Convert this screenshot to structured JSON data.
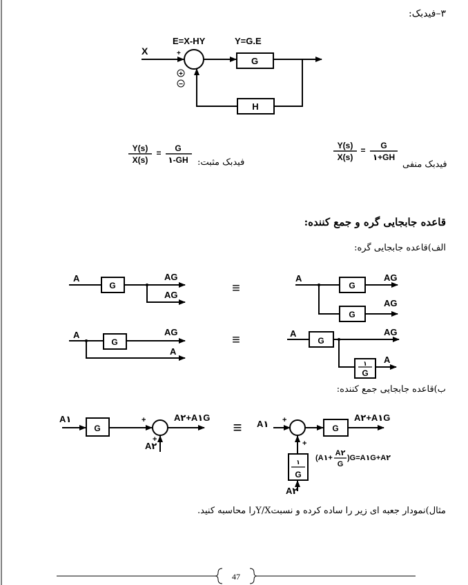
{
  "heading_feedback": "۳–فیدبک:",
  "fb": {
    "x_label": "X",
    "e_eq": "E=X-HY",
    "y_eq": "Y=G.E",
    "plus": "+",
    "sign_plus": "+",
    "sign_minus": "−",
    "g": "G",
    "h": "H"
  },
  "neg": {
    "num": "Y(s)",
    "den": "X(s)",
    "eq": "=",
    "g": "G",
    "den_r": "۱+GH",
    "label": "فیدبک منفی"
  },
  "pos": {
    "num": "Y(s)",
    "den": "X(s)",
    "eq": "=",
    "g": "G",
    "den_r": "۱-GH",
    "label": "فیدبک مثبت:"
  },
  "section_title": "قاعده جابجایی گره و جمع کننده:",
  "sub_alef": "الف)قاعده جابجایی گره:",
  "pick1": {
    "a": "A",
    "g": "G",
    "ag1": "AG",
    "ag2": "AG"
  },
  "pick2": {
    "a": "A",
    "g1": "G",
    "g2": "G",
    "ag1": "AG",
    "ag2": "AG"
  },
  "pick3": {
    "a": "A",
    "g": "G",
    "ag": "AG",
    "a2": "A"
  },
  "pick4": {
    "a": "A",
    "g": "G",
    "ag": "AG",
    "inv_num": "۱",
    "inv_den": "G",
    "a_out": "A"
  },
  "equiv": "≡",
  "sub_be": "ب)قاعده جابجایی جمع کننده:",
  "sum1": {
    "a1": "A۱",
    "g": "G",
    "plus1": "+",
    "plus2": "+",
    "a2": "A۲",
    "out": "A۲+A۱G"
  },
  "sum2": {
    "a1": "A۱",
    "g": "G",
    "plus1": "+",
    "plus2": "+",
    "inv_num": "۱",
    "inv_den": "G",
    "a2": "A۲",
    "out": "A۲+A۱G",
    "eq_l": "(A۱+",
    "eq_num": "A۲",
    "eq_den": "G",
    "eq_r": ")G=A۱G+A۲"
  },
  "example": "مثال)نمودار جعبه ای زیر را ساده کرده و نسبتY/Xرا محاسبه کنید.",
  "page_number": "47"
}
